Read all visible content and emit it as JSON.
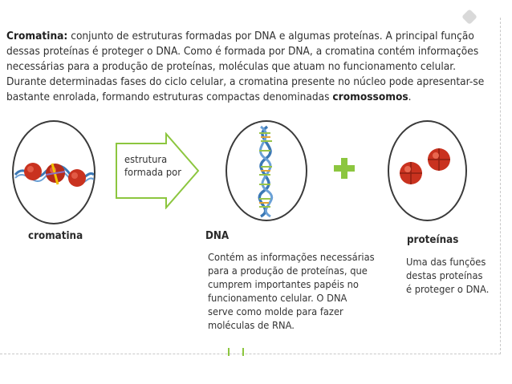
{
  "intro": {
    "term": "Cromatina:",
    "text1": " conjunto de estruturas formadas por DNA e algumas proteínas. A principal função dessas proteínas é proteger o DNA. Como é formada por DNA, a cromatina contém informações necessárias para a produção de proteínas, moléculas que atuam no funcionamento celular. Durante determinadas fases do ciclo celular, a cromatina presente no núcleo pode apresentar-se bastante enrolada, formando estruturas compactas denominadas ",
    "term2": "cromossomos",
    "text2": "."
  },
  "arrow": {
    "line1": "estrutura",
    "line2": "formada por"
  },
  "labels": {
    "cromatina": "cromatina",
    "dna": "DNA",
    "proteinas": "proteínas"
  },
  "dna_desc": [
    "Contém as informações necessárias",
    "para a produção de proteínas, que",
    "cumprem importantes papéis no",
    "funcionamento celular. O DNA",
    "serve como molde para fazer",
    "moléculas de RNA."
  ],
  "prot_desc": [
    "Uma das funções",
    "destas proteínas",
    "é proteger o DNA."
  ],
  "colors": {
    "arrow": "#8cc63f",
    "plus": "#8cc63f",
    "protein": "#c9321f",
    "dna_strand": "#3b78b5"
  }
}
